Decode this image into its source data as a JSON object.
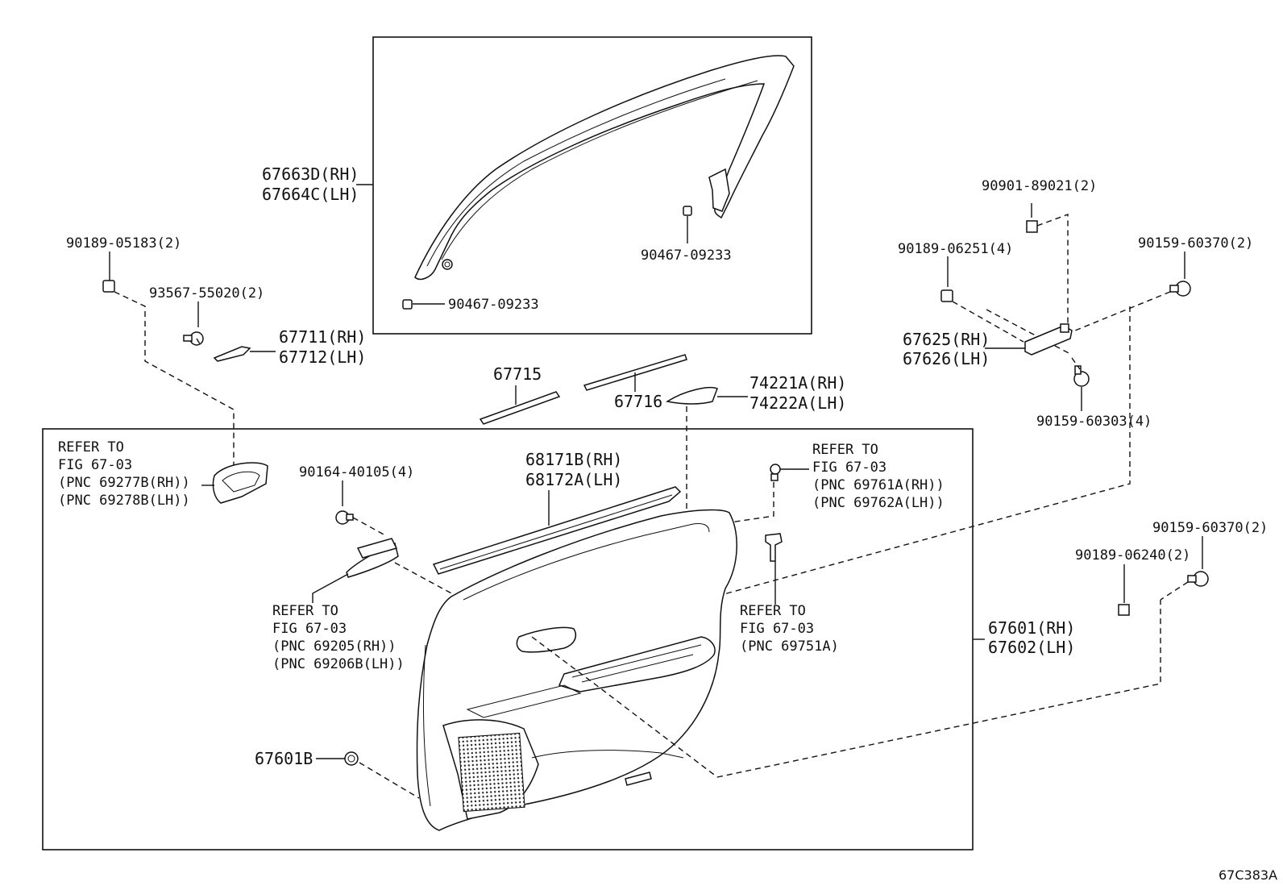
{
  "diagram_id": "67C383A",
  "labels": {
    "molding_rh": "67663D(RH)",
    "molding_lh": "67664C(LH)",
    "clip_upper": "90467-09233",
    "clip_lower": "90467-09233",
    "clip_9018905183": "90189-05183(2)",
    "screw_9356755020": "93567-55020(2)",
    "cover_rh": "67711(RH)",
    "cover_lh": "67712(LH)",
    "weatherstrip_67715": "67715",
    "weatherstrip_67716": "67716",
    "pad_rh": "74221A(RH)",
    "pad_lh": "74222A(LH)",
    "clip_9090189021": "90901-89021(2)",
    "clip_9018906251": "90189-06251(4)",
    "bolt_9015960370_a": "90159-60370(2)",
    "bracket_rh": "67625(RH)",
    "bracket_lh": "67626(LH)",
    "bolt_9015960303": "90159-60303(4)",
    "handle_ref_line1": "REFER TO",
    "handle_ref_line2": "FIG 67-03",
    "handle_ref_line3": "(PNC 69277B(RH))",
    "handle_ref_line4": "(PNC 69278B(LH))",
    "screw_9016440105": "90164-40105(4)",
    "strip_rh": "68171B(RH)",
    "strip_lh": "68172A(LH)",
    "switch_ref_line1": "REFER TO",
    "switch_ref_line2": "FIG 67-03",
    "switch_ref_line3": "(PNC 69761A(RH))",
    "switch_ref_line4": "(PNC 69762A(LH))",
    "bolt_9015960370_b": "90159-60370(2)",
    "clip_9018906240": "90189-06240(2)",
    "inner_ref_line1": "REFER TO",
    "inner_ref_line2": "FIG 67-03",
    "inner_ref_line3": "(PNC 69205(RH))",
    "inner_ref_line4": "(PNC 69206B(LH))",
    "lamp_ref_line1": "REFER TO",
    "lamp_ref_line2": "FIG 67-03",
    "lamp_ref_line3": "(PNC 69751A)",
    "trim_rh": "67601(RH)",
    "trim_lh": "67602(LH)",
    "plug_67601b": "67601B"
  }
}
